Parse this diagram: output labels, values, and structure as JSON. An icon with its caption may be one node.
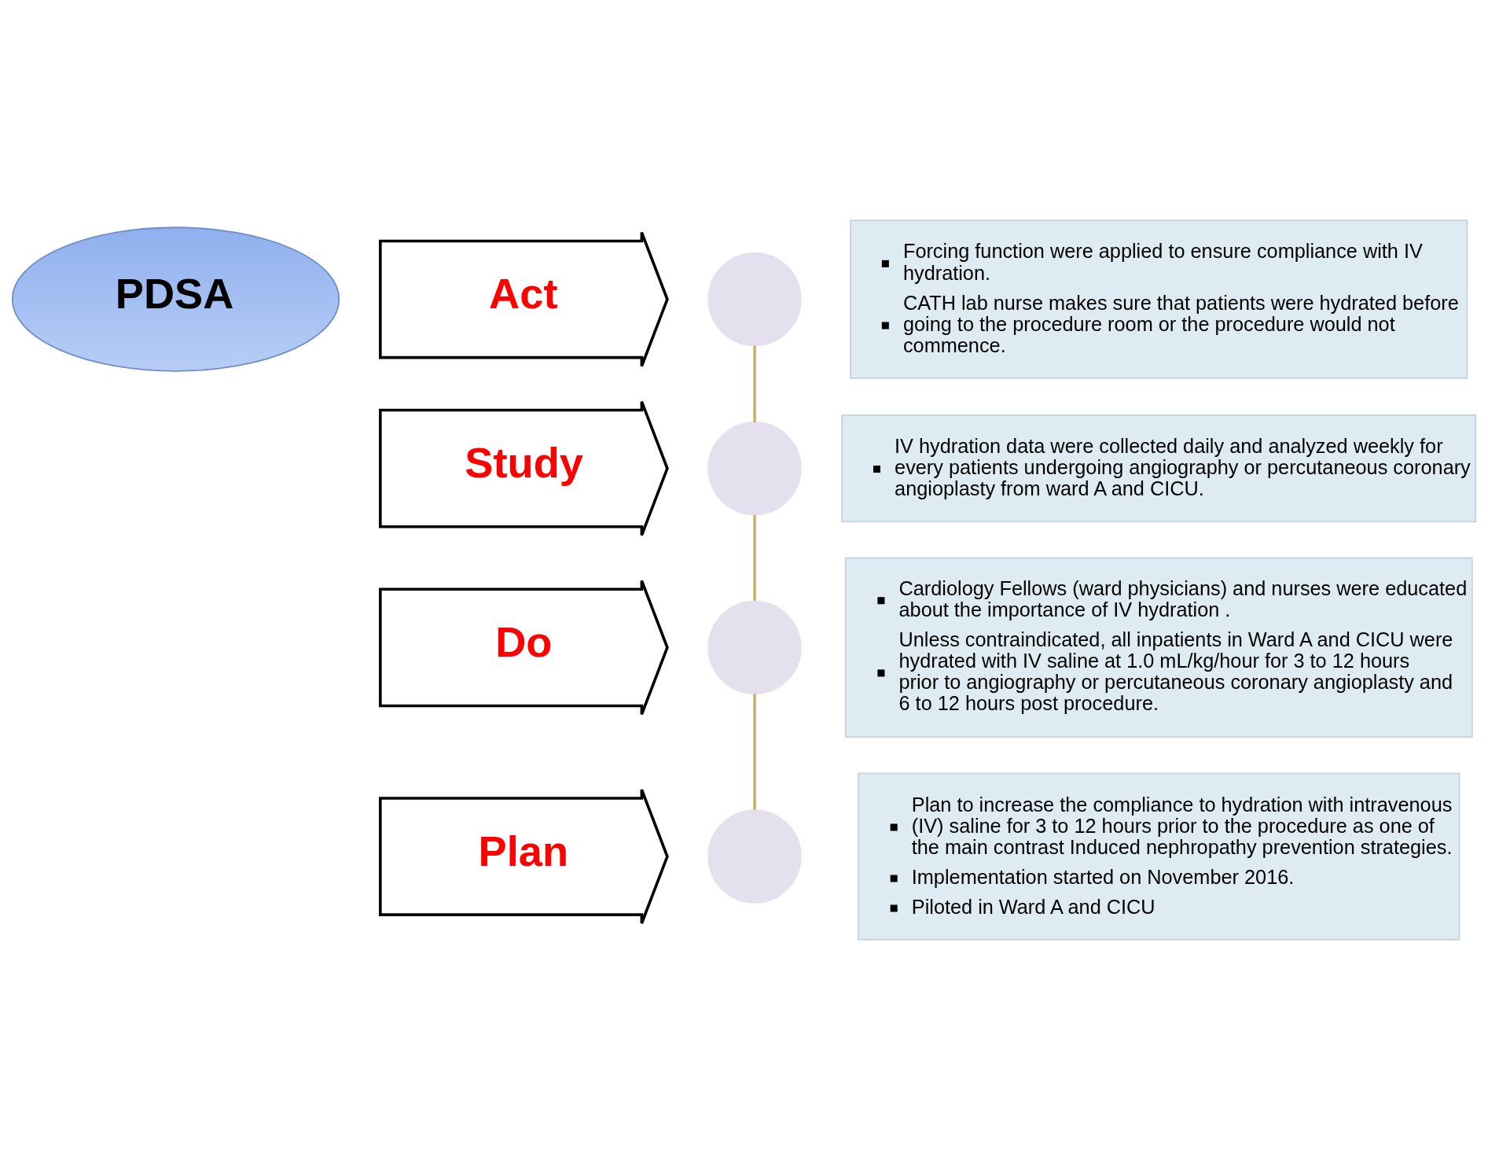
{
  "diagram": {
    "nodes": [
      {
        "text": [
          "PDSA"
        ]
      },
      {
        "text": [
          "Act"
        ]
      },
      {
        "text": [],
        "shape": "circle"
      },
      {
        "text": [
          "Forcing function were applied to ensure compliance with IV hydration.",
          "CATH lab nurse makes sure that patients were hydrated before going to the procedure room or the procedure would not commence."
        ]
      },
      {
        "text": [
          "Study"
        ]
      },
      {
        "text": [],
        "shape": "circle"
      },
      {
        "text": [
          "IV hydration data were collected daily and analyzed weekly for every patients undergoing angiography or percutaneous coronary angioplasty from ward A and CICU."
        ]
      },
      {
        "text": [
          "Do"
        ]
      },
      {
        "text": [],
        "shape": "circle"
      },
      {
        "text": [
          "Cardiology Fellows (ward physicians) and nurses were educated about the importance of IV hydration .",
          "Unless contraindicated, all inpatients in Ward A and CICU were hydrated with IV saline at 1.0 mL/kg/hour for 3 to 12 hours prior to angiography or percutaneous coronary angioplasty and 6 to 12 hours post procedure."
        ]
      },
      {
        "text": [
          "Plan"
        ]
      },
      {
        "text": [],
        "shape": "circle"
      },
      {
        "text": [
          "Plan to increase the compliance to hydration with intravenous (IV) saline for 3 to 12 hours prior to the procedure as one of the main contrast Induced nephropathy prevention strategies.",
          "Implementation started on November 2016.",
          "Piloted in Ward A and CICU"
        ]
      }
    ],
    "edges": [
      {
        "from": 11,
        "to": 8,
        "arrow": "none",
        "color": "#c8b070"
      },
      {
        "from": 8,
        "to": 5,
        "arrow": "none",
        "color": "#c8b070"
      },
      {
        "from": 5,
        "to": 2,
        "arrow": "none",
        "color": "#c8b070"
      }
    ]
  }
}
